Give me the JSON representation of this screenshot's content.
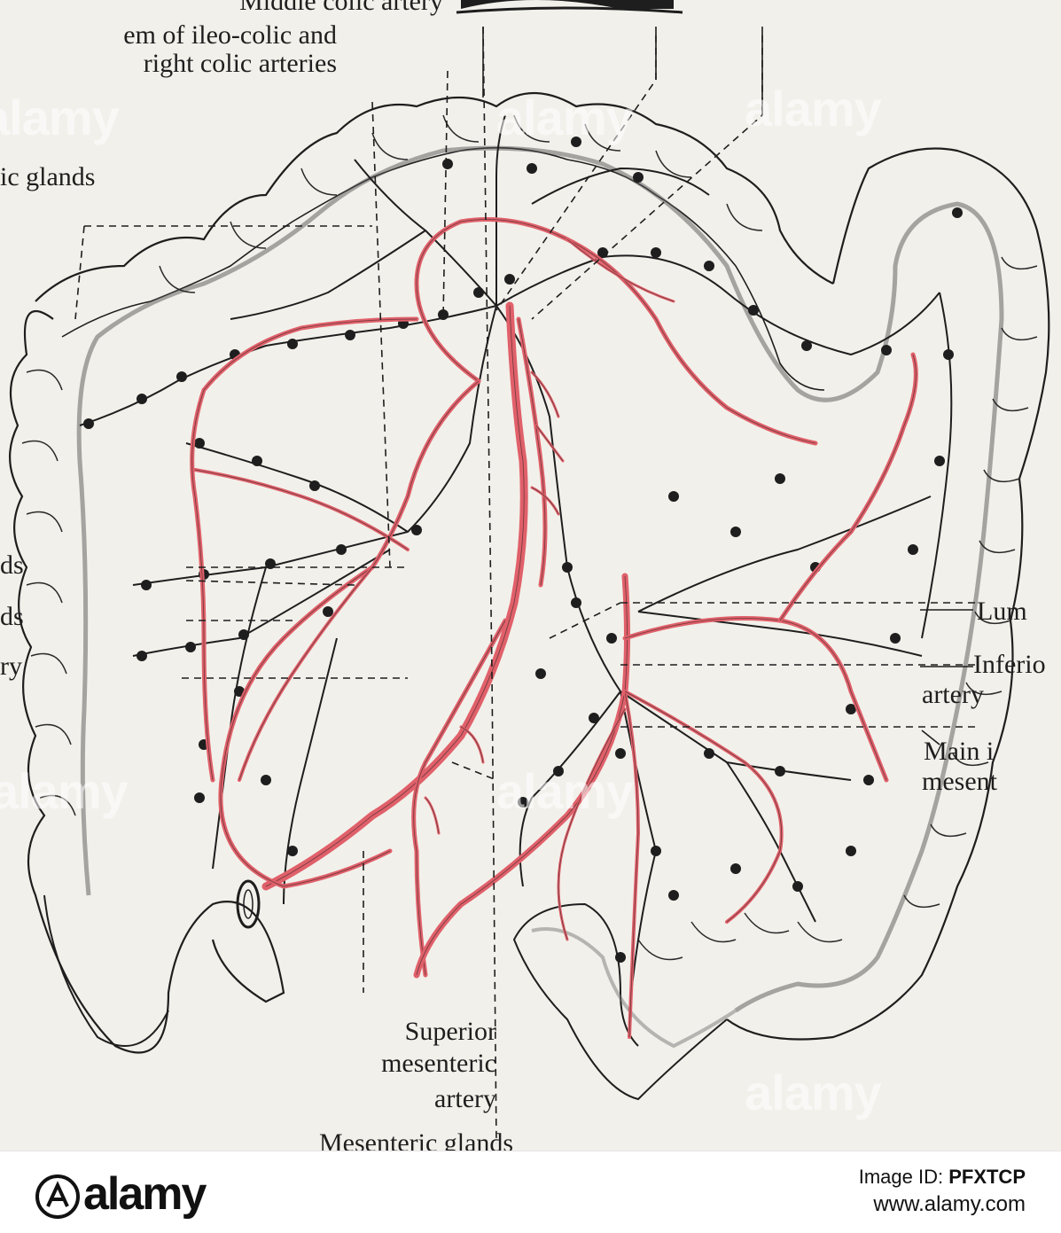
{
  "labels": {
    "middle_colic": "Middle colic artery",
    "stem_line1": "em of ileo-colic and",
    "stem_line2": "right colic arteries",
    "colic_glands": "ic glands",
    "left_ds1": "ds",
    "left_ds2": "ds",
    "left_ry": "ry",
    "lumbar": "Lum",
    "inferior_line1": "Inferio",
    "inferior_line2": "artery",
    "main_line1": "Main i",
    "main_line2": "mesent",
    "superior_line1": "Superior",
    "superior_line2": "mesenteric",
    "superior_line3": "artery",
    "mesenteric_glands": "Mesenteric glands"
  },
  "watermark": "alamy",
  "footer": {
    "brand": "alamy",
    "image_id_label": "Image ID:",
    "image_id": "PFXTCP",
    "url": "www.alamy.com"
  },
  "colors": {
    "artery": "#e0606a",
    "ink": "#1e1e1e",
    "paper": "#f2f0ea"
  }
}
